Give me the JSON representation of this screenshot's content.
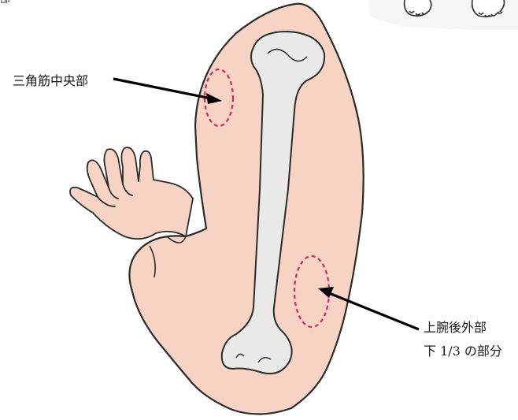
{
  "labels": {
    "top_clipped": "部",
    "deltoid": "三角筋中央部",
    "posterior_line1": "上腕後外部",
    "posterior_line2": "下 1/3 の部分"
  },
  "colors": {
    "skin": "#f7d3c4",
    "outline": "#2b2b2b",
    "bone": "#e9e9e7",
    "site_marker": "#d2285a",
    "arrow": "#000000"
  }
}
